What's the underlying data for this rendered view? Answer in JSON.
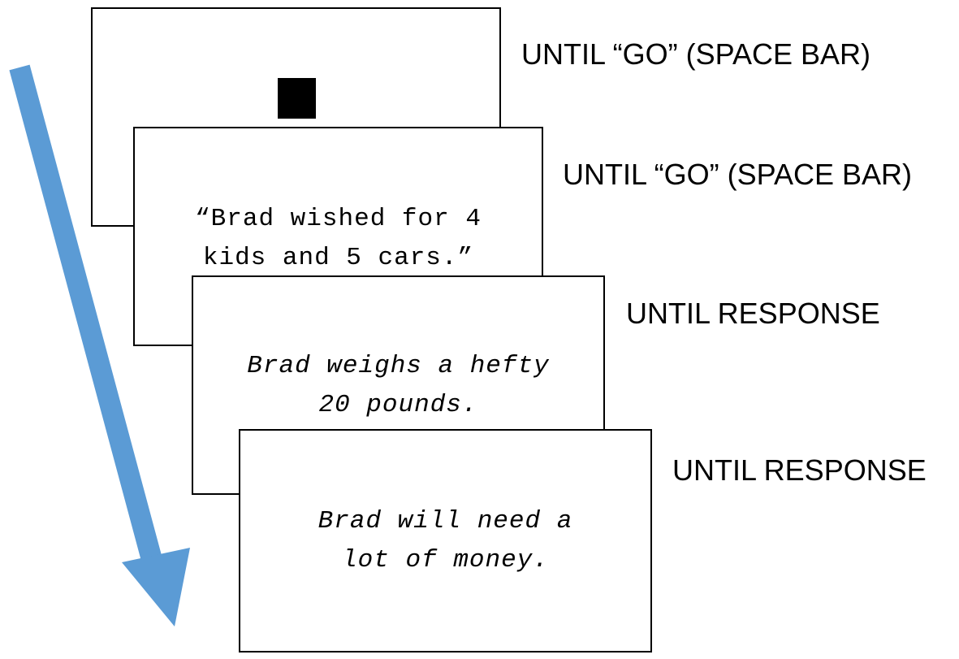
{
  "screens": [
    {
      "stimulus": "",
      "duration": "UNTIL “GO” (SPACE BAR)"
    },
    {
      "stimulus": "“Brad wished for 4\nkids and 5 cars.”",
      "duration": "UNTIL “GO” (SPACE BAR)"
    },
    {
      "stimulus": "Brad weighs a hefty\n20 pounds.",
      "duration": "UNTIL RESPONSE"
    },
    {
      "stimulus": "Brad will need a\nlot of money.",
      "duration": "UNTIL RESPONSE"
    }
  ],
  "colors": {
    "arrow": "#5b9bd5",
    "border": "#000000",
    "fixation": "#000000"
  },
  "icons": {
    "time-arrow": "downward diagonal arrow"
  }
}
